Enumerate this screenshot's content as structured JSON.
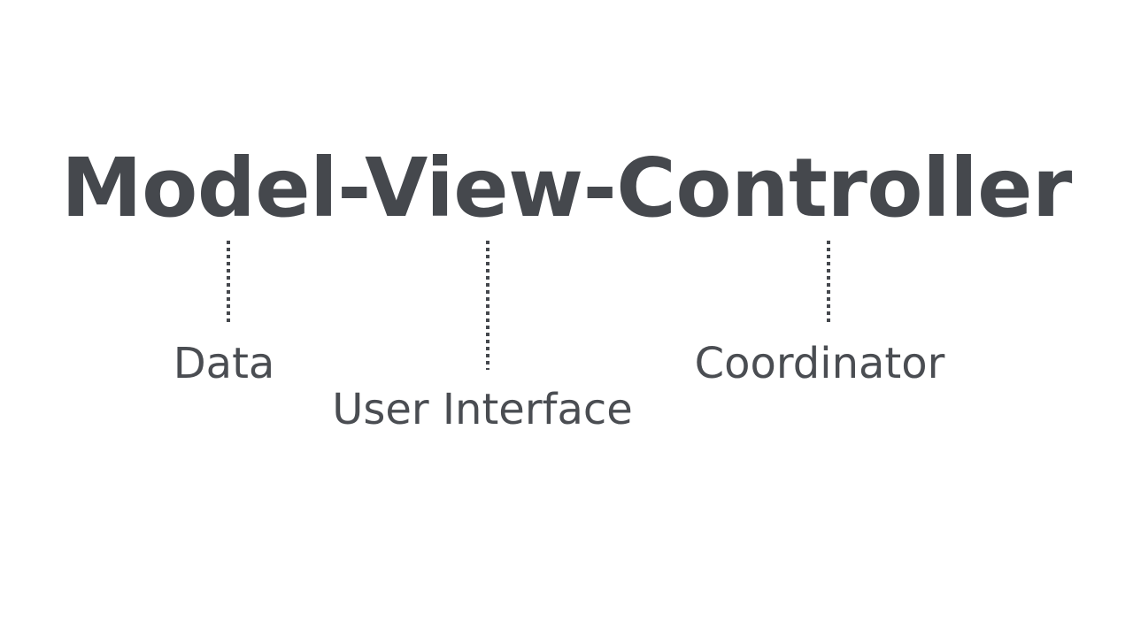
{
  "slide": {
    "background_color": "#ffffff",
    "title": "Model-View-Controller",
    "title_color": "#45484d",
    "connector_color": "#45484d",
    "label_color": "#4a4d52"
  },
  "pattern": {
    "name": "Model-View-Controller",
    "parts": [
      {
        "term": "Model",
        "meaning": "Data",
        "connector": "dotted-vertical-line"
      },
      {
        "term": "View",
        "meaning": "User Interface",
        "connector": "dotted-vertical-line"
      },
      {
        "term": "Controller",
        "meaning": "Coordinator",
        "connector": "dotted-vertical-line"
      }
    ]
  }
}
